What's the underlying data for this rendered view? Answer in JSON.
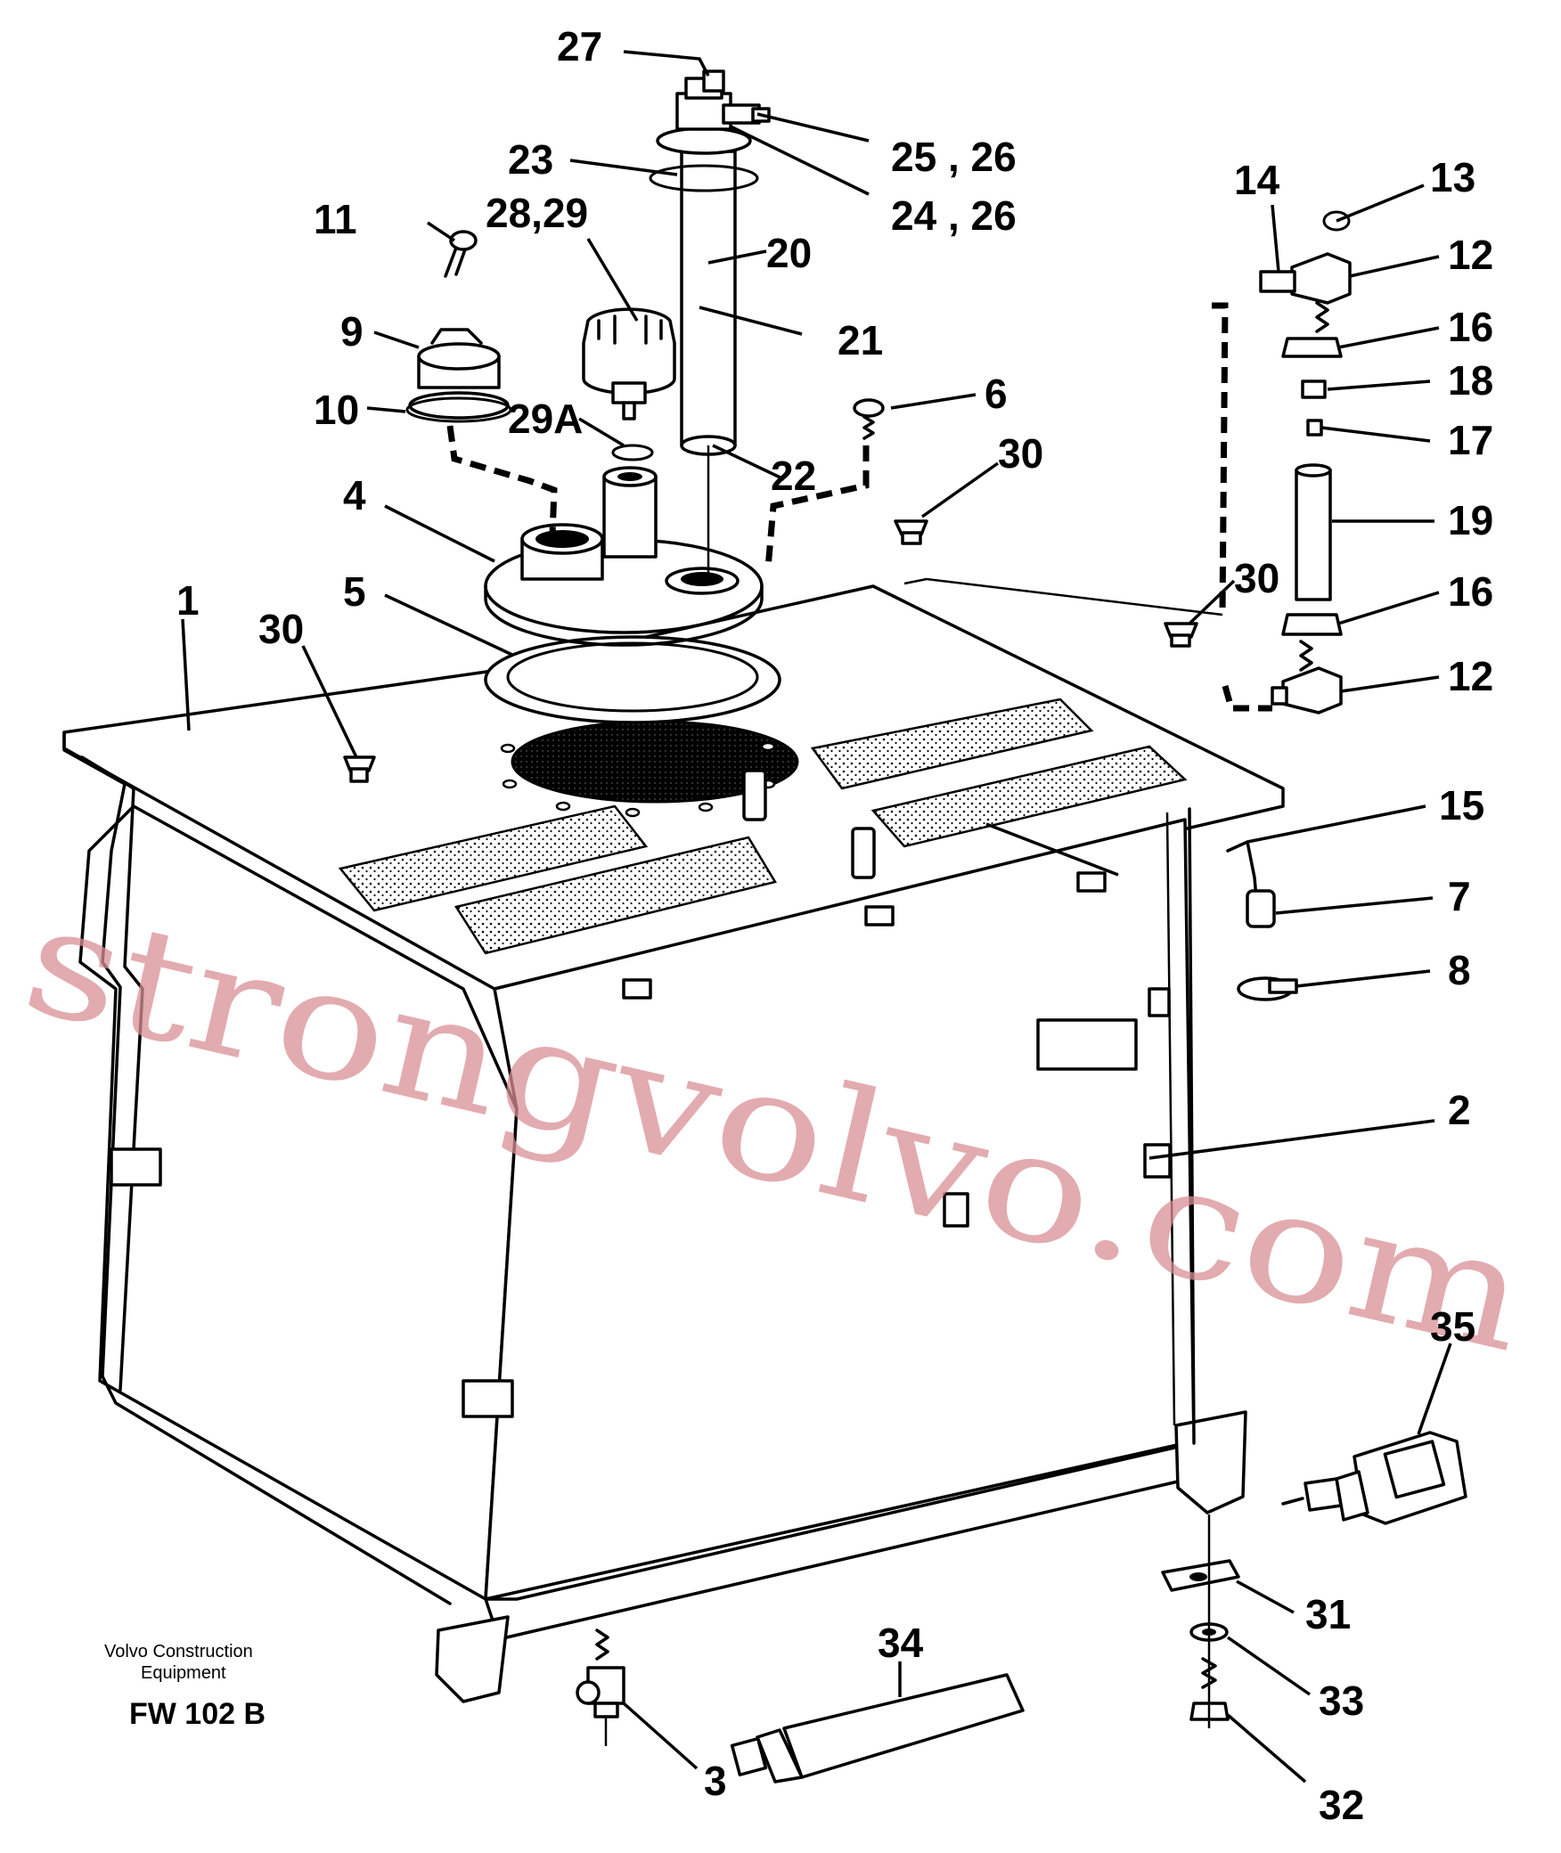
{
  "title": "",
  "credit": {
    "line1": "Volvo Construction",
    "line2": "Equipment"
  },
  "figure_code": "FW 102 B",
  "watermark": "strongvolvo.com",
  "callouts": {
    "c1": "1",
    "c2": "2",
    "c3": "3",
    "c4": "4",
    "c5": "5",
    "c6": "6",
    "c7": "7",
    "c8": "8",
    "c9": "9",
    "c10": "10",
    "c11": "11",
    "c12a": "12",
    "c12b": "12",
    "c13": "13",
    "c14": "14",
    "c15": "15",
    "c16a": "16",
    "c16b": "16",
    "c17": "17",
    "c18": "18",
    "c19": "19",
    "c20": "20",
    "c21": "21",
    "c22": "22",
    "c23": "23",
    "c24": "24 , 26",
    "c25": "25 , 26",
    "c27": "27",
    "c28": "28,29",
    "c29a": "29A",
    "c30a": "30",
    "c30b": "30",
    "c30c": "30",
    "c31": "31",
    "c32": "32",
    "c33": "33",
    "c34": "34",
    "c35": "35"
  }
}
